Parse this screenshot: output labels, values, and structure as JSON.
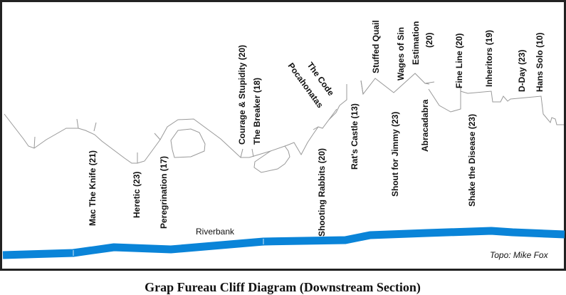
{
  "diagram": {
    "caption": "Grap Fureau Cliff Diagram (Downstream Section)",
    "credit": "Topo: Mike Fox",
    "river_label": "Riverbank",
    "river_color": "#0a84d8",
    "routes": {
      "mac": "Mac The Knife (21)",
      "heretic": "Heretic (23)",
      "peregrination": "Peregrination (17)",
      "courage": "Courage & Stupidity (20)",
      "breaker": "The Breaker (18)",
      "pocahonatas": "Pocahonatas",
      "code": "The Code",
      "shooting": "Shooting Rabbits (20)",
      "rats": "Rat's Castle (13)",
      "quail": "Stuffed Quail",
      "jimmy": "Shout for Jimmy (23)",
      "wages": "Wages of Sin",
      "estimation": "Estimation",
      "estimation_grade": "(20)",
      "abracadabra": "Abracadabra",
      "fineline": "Fine Line (20)",
      "shake": "Shake the Disease (23)",
      "inheritors": "Inheritors (19)",
      "dday": "D-Day (23)",
      "hans": "Hans Solo (10)"
    }
  }
}
